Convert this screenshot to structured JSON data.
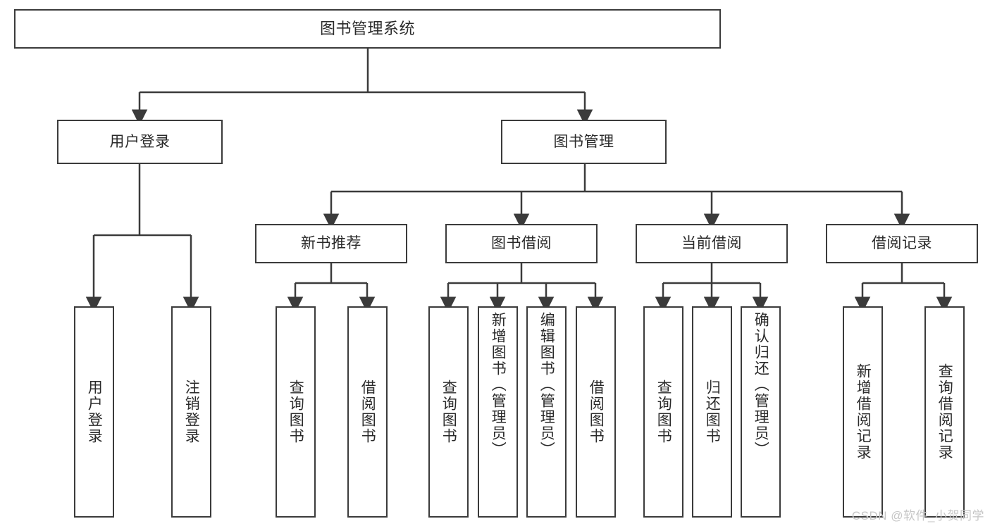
{
  "diagram": {
    "title": "图书管理系统",
    "type": "tree",
    "levels": 4,
    "root": {
      "label": "图书管理系统"
    },
    "level2": [
      {
        "label": "用户登录"
      },
      {
        "label": "图书管理"
      }
    ],
    "level3": [
      {
        "label": "新书推荐"
      },
      {
        "label": "图书借阅"
      },
      {
        "label": "当前借阅"
      },
      {
        "label": "借阅记录"
      }
    ],
    "leaves": {
      "user_login": [
        {
          "label": "用户登录"
        },
        {
          "label": "注销登录"
        }
      ],
      "new_book_recommend": [
        {
          "label": "查询图书"
        },
        {
          "label": "借阅图书"
        }
      ],
      "book_borrow": [
        {
          "label": "查询图书"
        },
        {
          "label": "新增图书（管理员）"
        },
        {
          "label": "编辑图书（管理员）"
        },
        {
          "label": "借阅图书"
        }
      ],
      "current_borrow": [
        {
          "label": "查询图书"
        },
        {
          "label": "归还图书"
        },
        {
          "label": "确认归还（管理员）"
        }
      ],
      "borrow_record": [
        {
          "label": "新增借阅记录"
        },
        {
          "label": "查询借阅记录"
        }
      ]
    }
  },
  "watermark": {
    "text": "CSDN @软件_小贺同学"
  },
  "colors": {
    "box_border": "#3b3b3b",
    "text": "#2a2a2a",
    "edge": "#3b3b3b",
    "background": "#ffffff",
    "watermark": "#c6c6c6"
  }
}
